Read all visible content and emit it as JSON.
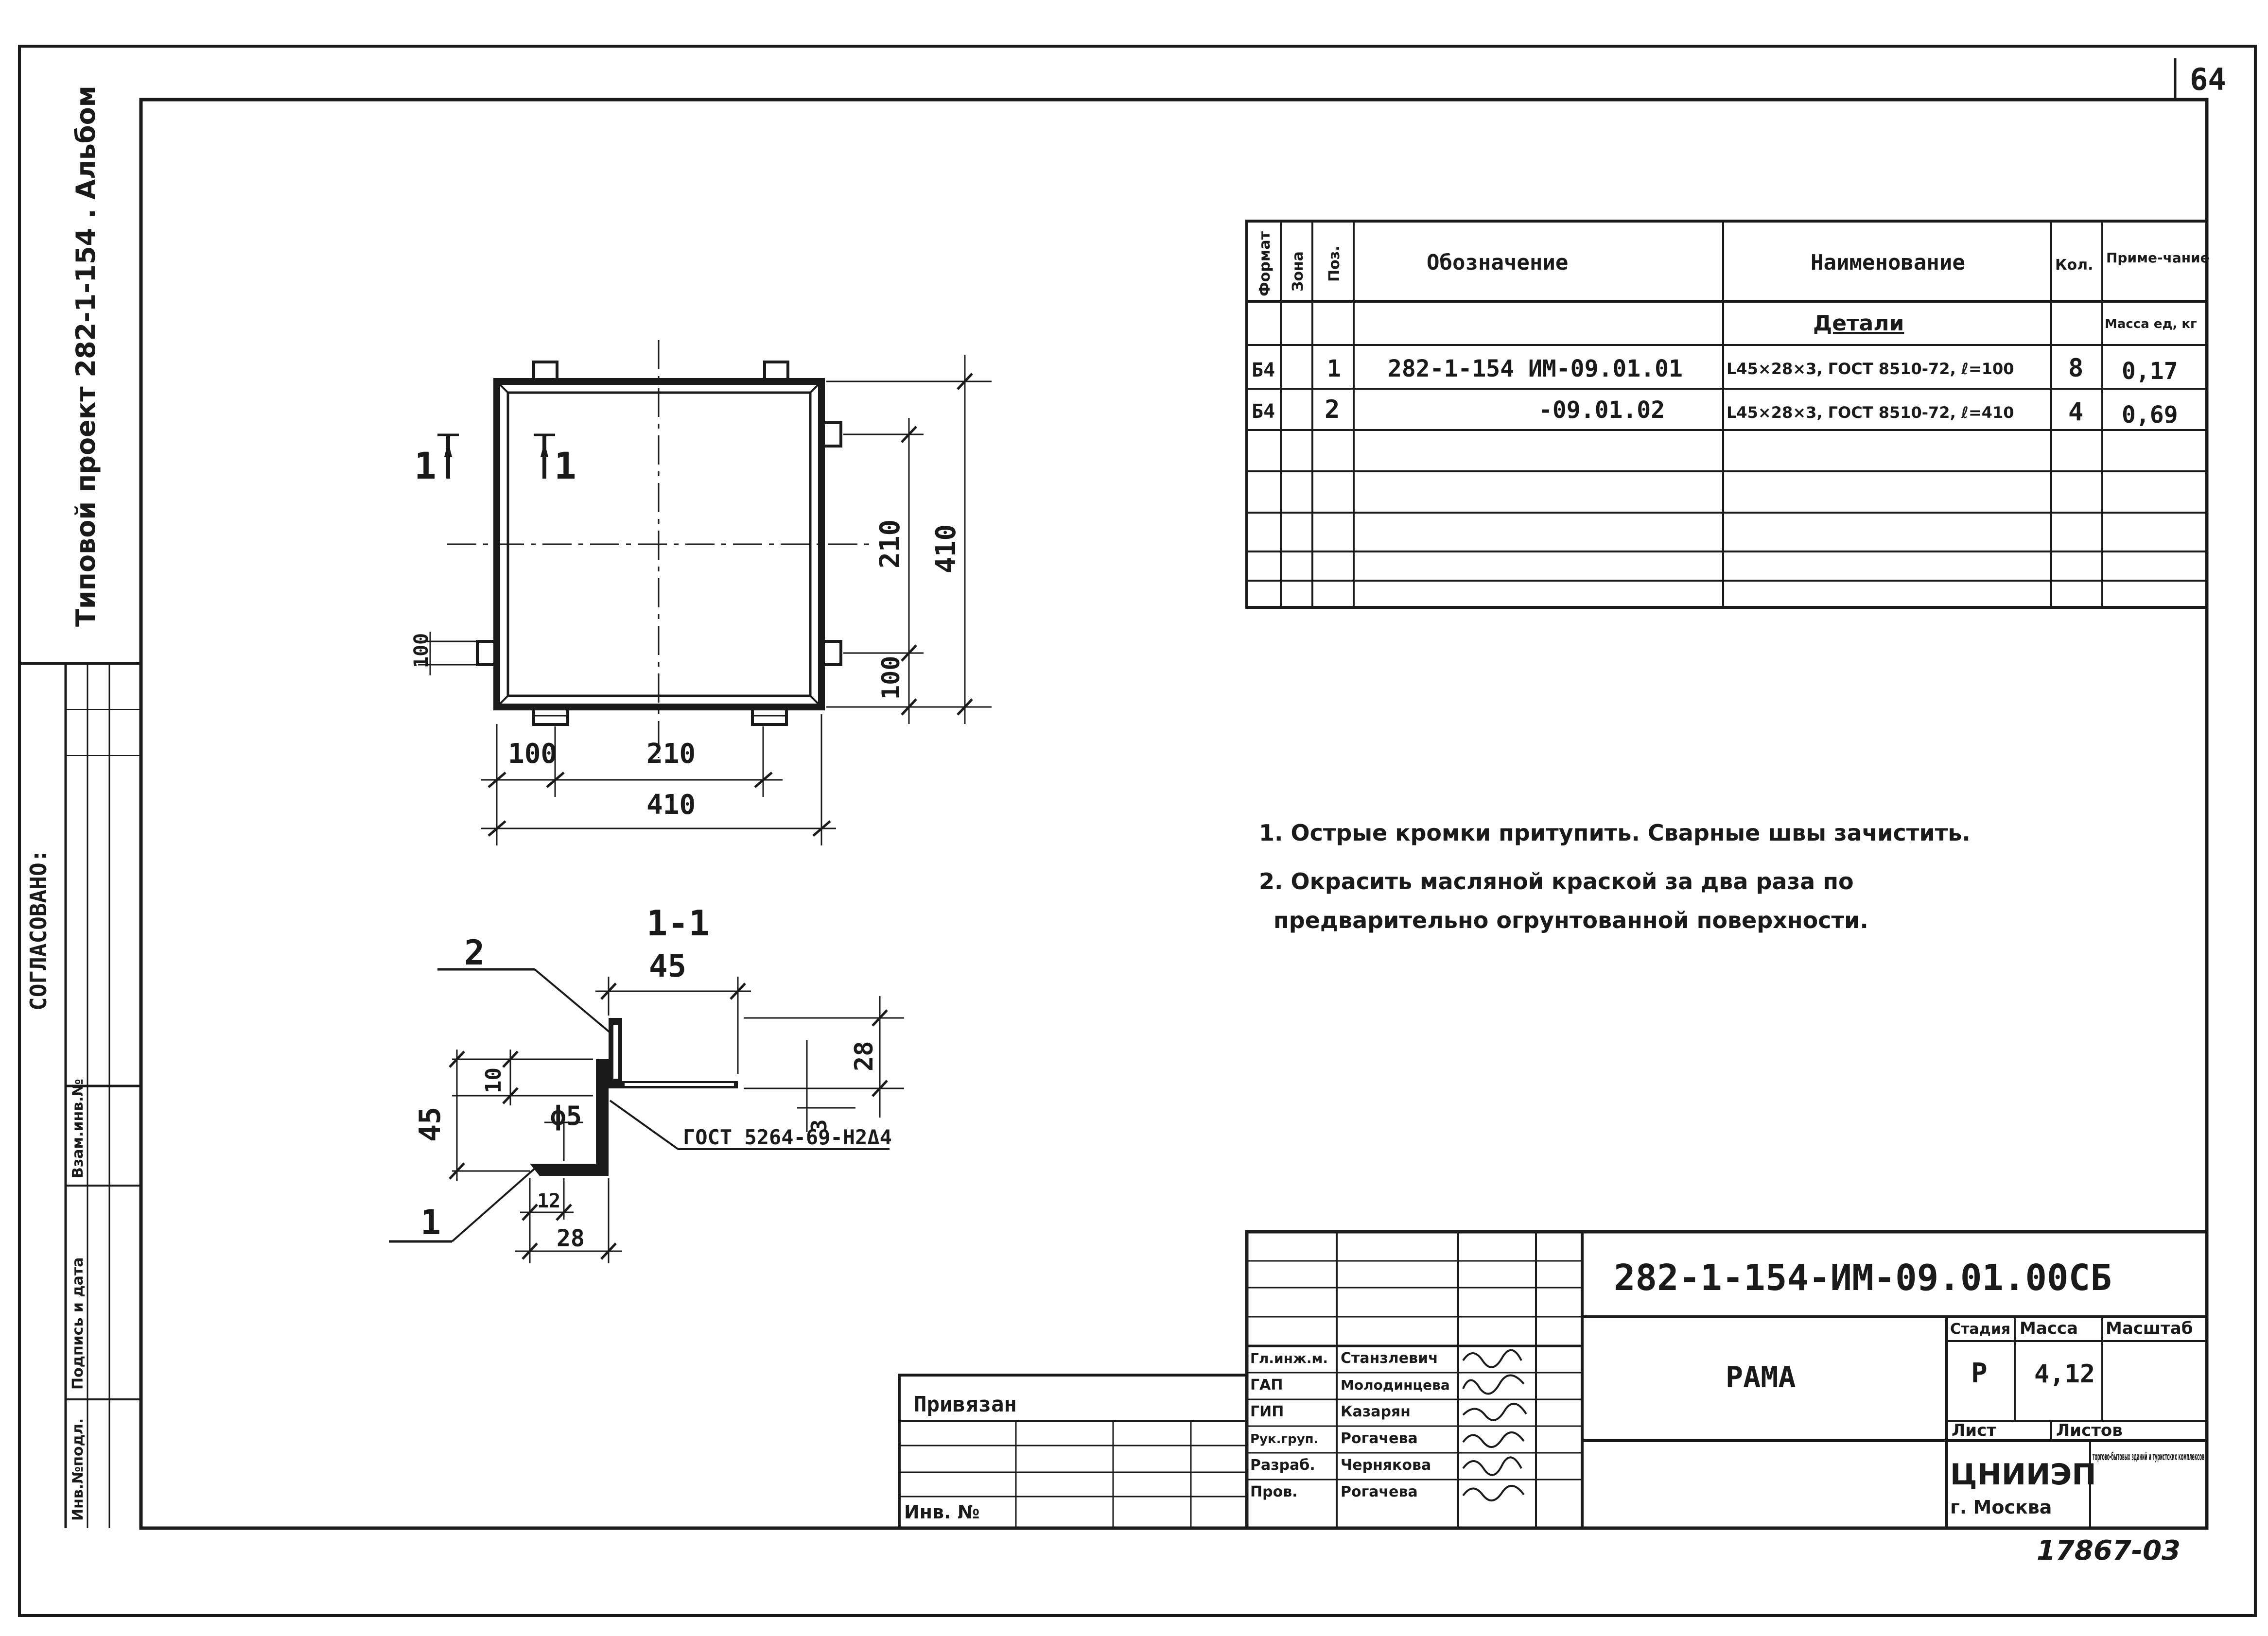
{
  "sheet_number": "64",
  "left_strip": {
    "project": "Типовой проект 282-1-154 . Альбом",
    "agreed": "СОГЛАСОВАНО:",
    "sign_cells": [
      "Инв.№подл.",
      "Подпись и дата",
      "Взам.инв.№"
    ]
  },
  "spec_table": {
    "headers": [
      "Формат",
      "Зона",
      "Поз.",
      "Обозначение",
      "Наименование",
      "Кол.",
      "Приме-чание"
    ],
    "section": "Детали",
    "mass_header": "Масса ед, кг",
    "rows": [
      {
        "format": "Б4",
        "zone": "",
        "pos": "1",
        "designation": "282-1-154 ИМ-09.01.01",
        "name": "L45×28×3, ГОСТ 8510-72, ℓ=100",
        "qty": "8",
        "note": "0,17"
      },
      {
        "format": "Б4",
        "zone": "",
        "pos": "2",
        "designation": "-09.01.02",
        "name": "L45×28×3, ГОСТ 8510-72, ℓ=410",
        "qty": "4",
        "note": "0,69"
      }
    ]
  },
  "plan_dims": {
    "cut_mark_left": "1",
    "cut_mark_right": "1",
    "w_100": "100",
    "w_210": "210",
    "w_410": "410",
    "h_210": "210",
    "h_410": "410",
    "h_100": "100",
    "h_100_left": "100"
  },
  "section_view": {
    "title": "1-1",
    "pos2": "2",
    "pos1": "1",
    "d45_top": "45",
    "d45_left": "45",
    "d10": "10",
    "d28_right": "28",
    "d3": "3",
    "hole": "ϕ5",
    "d12": "12",
    "d28_bottom": "28",
    "weld": "ГОСТ 5264-69-Н2Δ4"
  },
  "notes": [
    "1. Острые кромки притупить. Сварные швы зачистить.",
    "2. Окрасить масляной краской за два раза по",
    "предварительно огрунтованной поверхности."
  ],
  "title_block": {
    "code": "282-1-154-ИМ-09.01.00СБ",
    "name": "РАМА",
    "stage_label": "Стадия",
    "mass_label": "Масса",
    "scale_label": "Масштаб",
    "stage": "Р",
    "mass": "4,12",
    "sheet_label": "Лист",
    "sheets_label": "Листов",
    "org": "ЦНИИЭП",
    "city": "г. Москва",
    "org_desc": "торгово-бытовых зданий и туристских комплексов",
    "staff": [
      {
        "role": "Гл.инж.м.",
        "name": "Станзлевич"
      },
      {
        "role": "ГАП",
        "name": "Молодинцева"
      },
      {
        "role": "ГИП",
        "name": "Казарян"
      },
      {
        "role": "Рук.груп.",
        "name": "Рогачева"
      },
      {
        "role": "Разраб.",
        "name": "Чернякова"
      },
      {
        "role": "Пров.",
        "name": "Рогачева"
      }
    ],
    "bound": "Привязан",
    "inv": "Инв. №"
  },
  "footer_number": "17867-03"
}
